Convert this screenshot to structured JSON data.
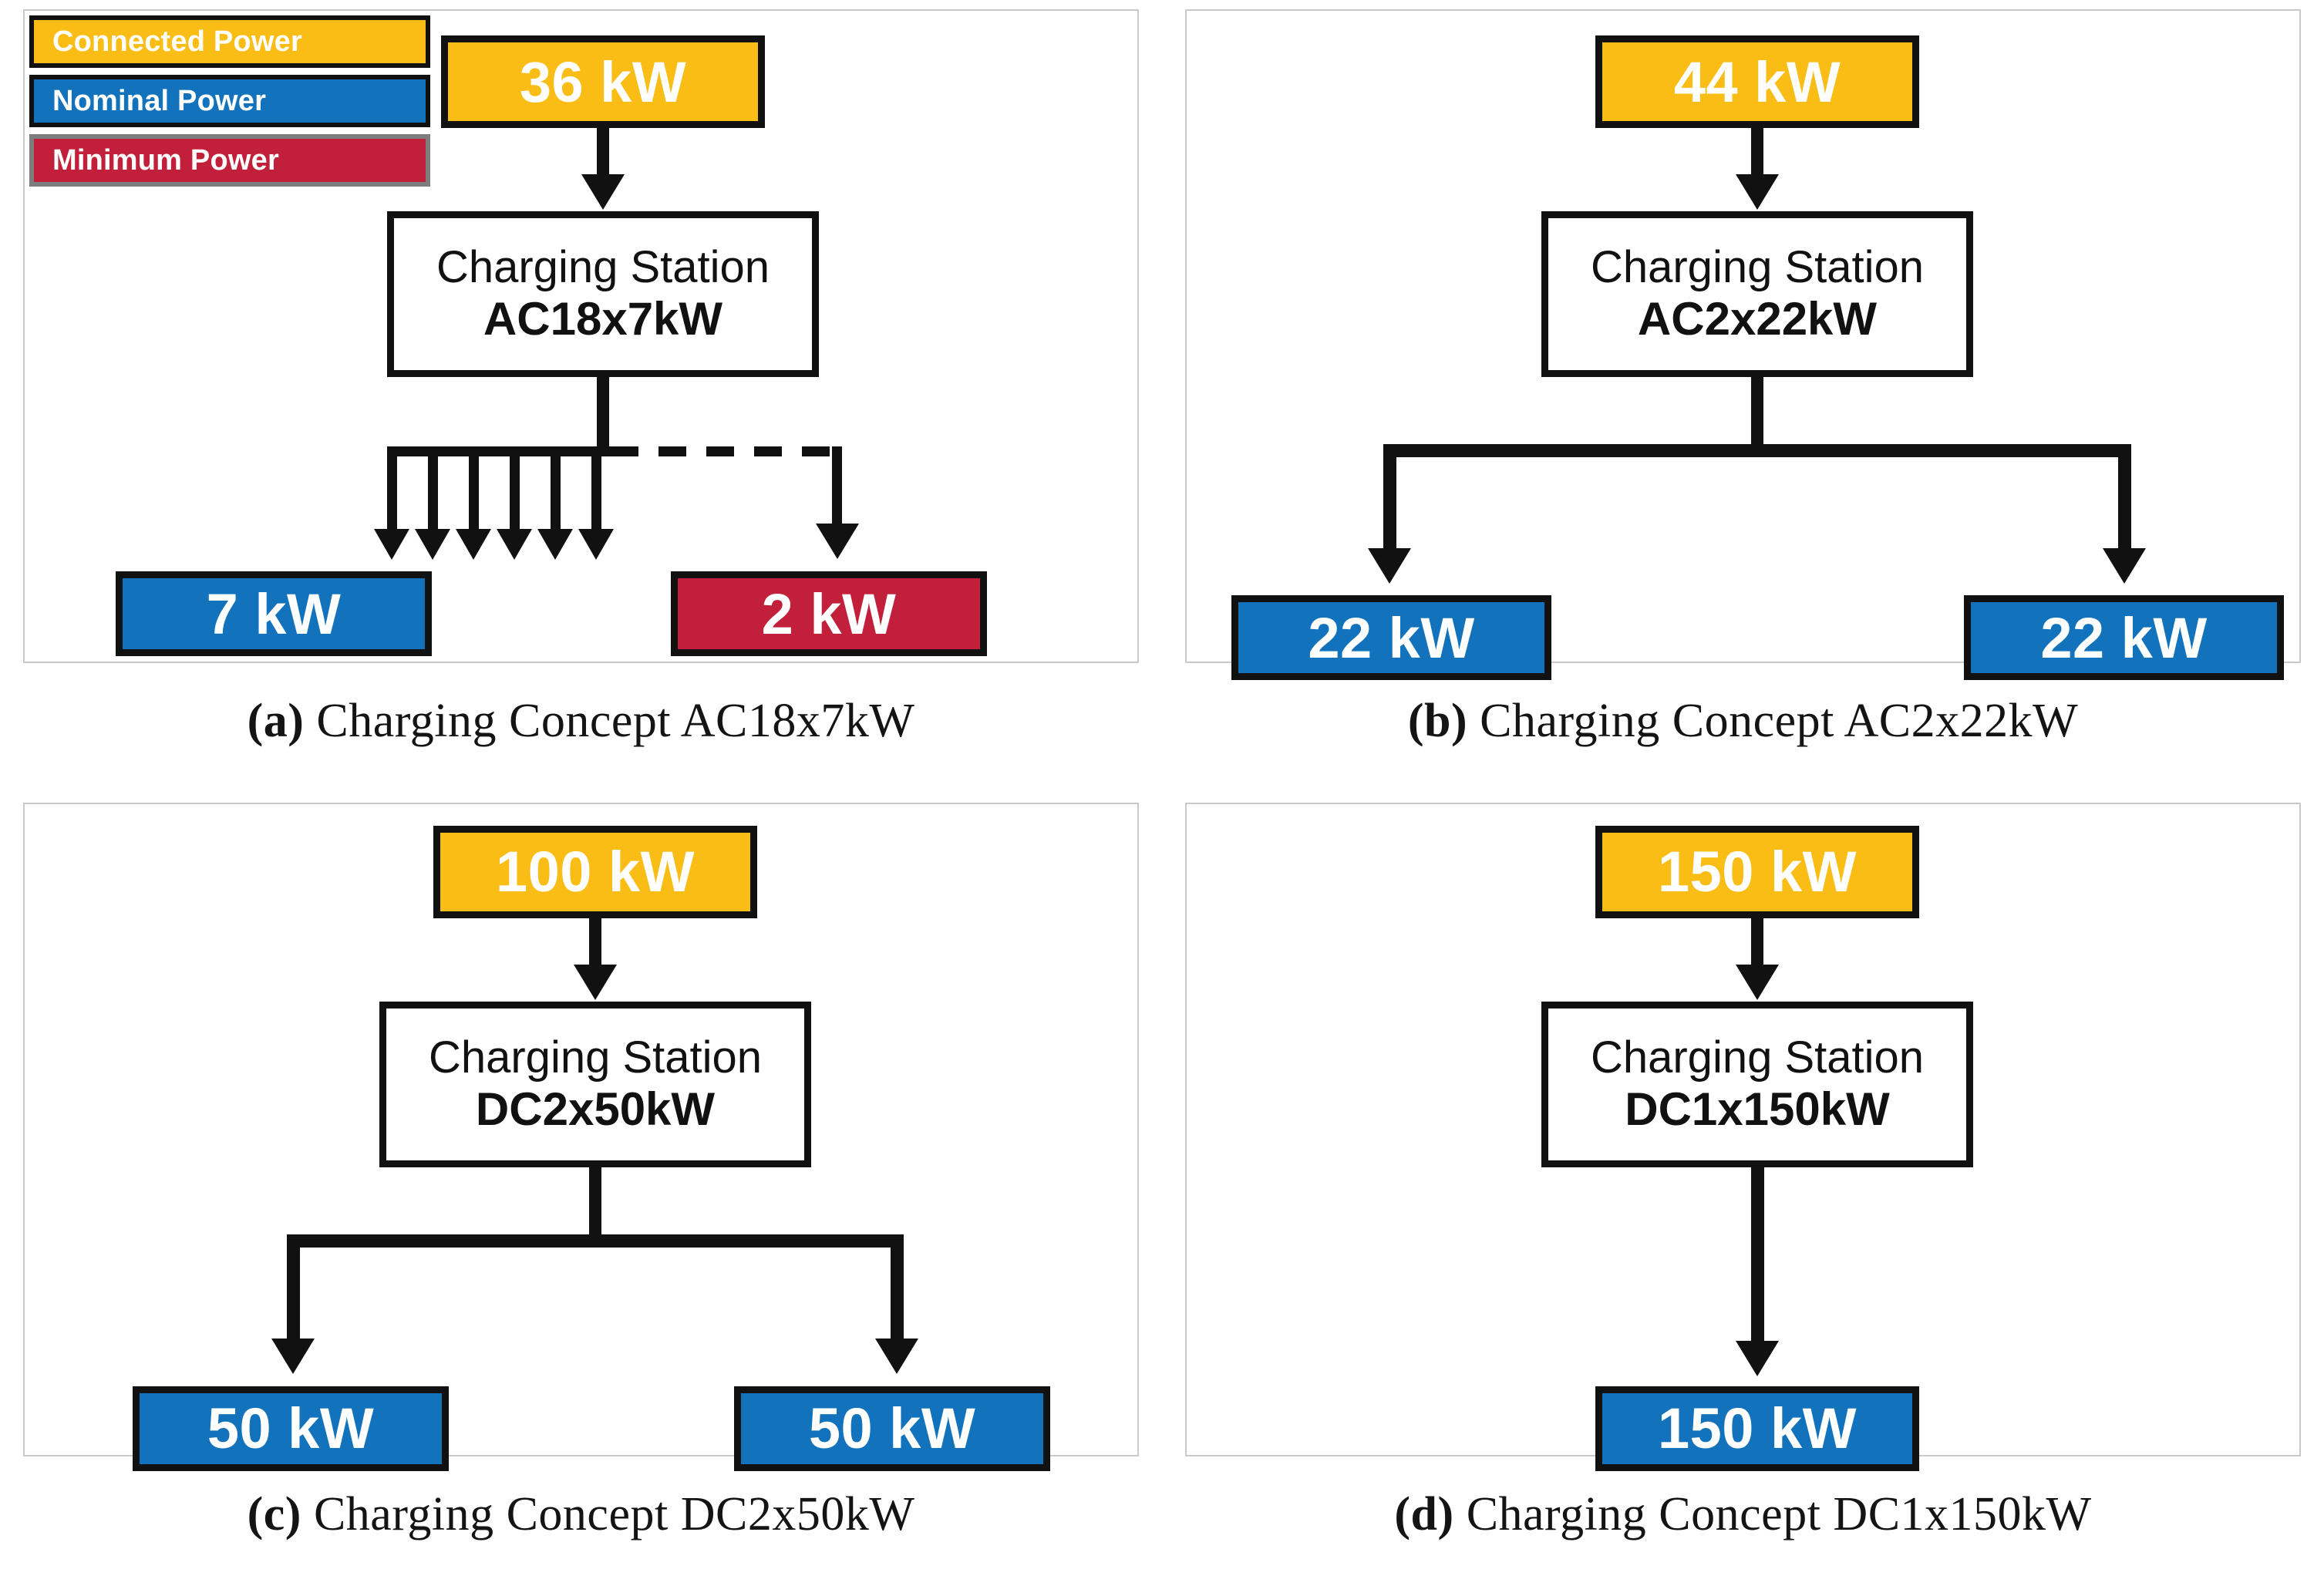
{
  "legend": {
    "items": [
      {
        "label": "Connected Power",
        "color": "#F9BD15",
        "border": "#111111"
      },
      {
        "label": "Nominal Power",
        "color": "#1273BC",
        "border": "#111111"
      },
      {
        "label": "Minimum Power",
        "color": "#C2203A",
        "border": "#7D7D7D"
      }
    ]
  },
  "colors": {
    "connected": "#F9BD15",
    "nominal": "#1273BC",
    "minimum": "#C2203A",
    "stroke": "#111111",
    "panel_border": "#C9C9C9",
    "background": "#FFFFFF"
  },
  "panels": [
    {
      "id": "a",
      "caption_letter": "(a)",
      "caption_text": " Charging Concept AC18x7kW",
      "input": {
        "value": "36 kW",
        "type": "connected"
      },
      "station": {
        "line1": "Charging Station",
        "line2": "AC18x7kW"
      },
      "outputs": [
        {
          "value": "7 kW",
          "type": "nominal",
          "arrows": 6,
          "link": "solid"
        },
        {
          "value": "2 kW",
          "type": "minimum",
          "arrows": 1,
          "link": "dashed"
        }
      ]
    },
    {
      "id": "b",
      "caption_letter": "(b)",
      "caption_text": " Charging Concept AC2x22kW",
      "input": {
        "value": "44 kW",
        "type": "connected"
      },
      "station": {
        "line1": "Charging Station",
        "line2": "AC2x22kW"
      },
      "outputs": [
        {
          "value": "22 kW",
          "type": "nominal",
          "arrows": 1,
          "link": "solid"
        },
        {
          "value": "22 kW",
          "type": "nominal",
          "arrows": 1,
          "link": "solid"
        }
      ]
    },
    {
      "id": "c",
      "caption_letter": "(c)",
      "caption_text": " Charging Concept DC2x50kW",
      "input": {
        "value": "100 kW",
        "type": "connected"
      },
      "station": {
        "line1": "Charging Station",
        "line2": "DC2x50kW"
      },
      "outputs": [
        {
          "value": "50 kW",
          "type": "nominal",
          "arrows": 1,
          "link": "solid"
        },
        {
          "value": "50 kW",
          "type": "nominal",
          "arrows": 1,
          "link": "solid"
        }
      ]
    },
    {
      "id": "d",
      "caption_letter": "(d)",
      "caption_text": " Charging Concept DC1x150kW",
      "input": {
        "value": "150 kW",
        "type": "connected"
      },
      "station": {
        "line1": "Charging Station",
        "line2": "DC1x150kW"
      },
      "outputs": [
        {
          "value": "150 kW",
          "type": "nominal",
          "arrows": 1,
          "link": "solid"
        }
      ]
    }
  ]
}
